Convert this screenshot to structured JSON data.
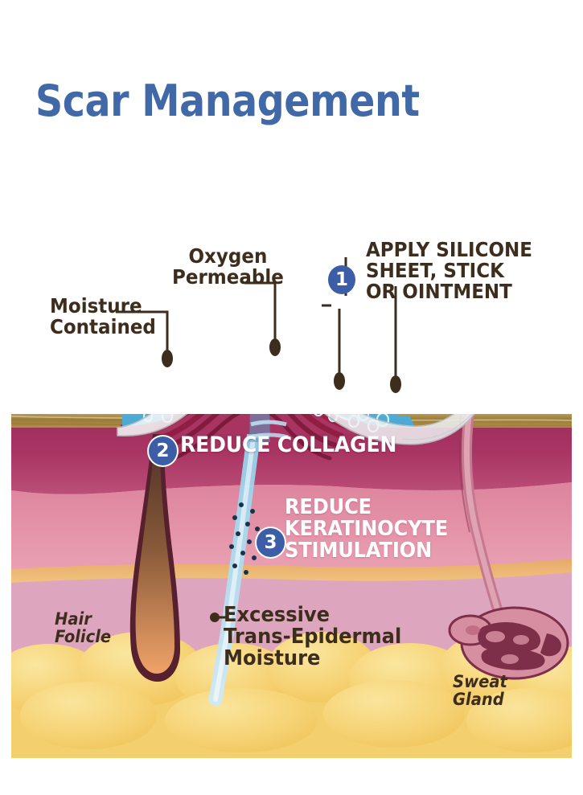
{
  "page": {
    "title": "Scar Management",
    "title_color": "#4169a8",
    "background": "#ffffff"
  },
  "diagram": {
    "type": "medical-cross-section",
    "subject": "skin-scar-silicone-treatment",
    "annotations": {
      "moisture_contained": "Moisture\nContained",
      "oxygen_permeable": "Oxygen\nPermeable",
      "apply_silicone": "APPLY SILICONE\nSHEET, STICK\nOR OINTMENT",
      "reduce_collagen": "REDUCE COLLAGEN",
      "reduce_keratinocyte": "REDUCE\nKERATINOCYTE\nSTIMULATION",
      "excessive_moisture": "Excessive\nTrans-Epidermal\nMoisture",
      "hair_follicle": "Hair\nFolicle",
      "sweat_gland": "Sweat\nGland"
    },
    "steps": [
      {
        "number": "1",
        "label": "APPLY SILICONE SHEET, STICK OR OINTMENT"
      },
      {
        "number": "2",
        "label": "REDUCE COLLAGEN"
      },
      {
        "number": "3",
        "label": "REDUCE KERATINOCYTE STIMULATION"
      }
    ],
    "colors": {
      "badge_blue": "#3c5ea6",
      "label_brown": "#3d2d1d",
      "label_white": "#ffffff",
      "epidermis_tan": "#a8833f",
      "dermis_magenta": "#a83462",
      "dermis_pink": "#e089a0",
      "fat_yellow": "#f5d26a",
      "scar_red": "#d4143c",
      "moisture_blue": "#5bb7dd",
      "silicone_grey": "#f2f3f4",
      "hair_dark": "#5c2030",
      "sweat_gland_pink": "#d9889b"
    },
    "layers": [
      {
        "name": "silicone-sheet",
        "description": "translucent sheet peeling up at right"
      },
      {
        "name": "moisture-layer",
        "description": "blue hydration band with bubbles over scar"
      },
      {
        "name": "scar-tissue",
        "description": "red wavy collagen bands in raised mound"
      },
      {
        "name": "epidermis",
        "description": "thin tan surface strip"
      },
      {
        "name": "dermis-upper",
        "description": "dark magenta band"
      },
      {
        "name": "dermis-lower",
        "description": "light pink band"
      },
      {
        "name": "subcutaneous-fat",
        "description": "yellow lobules"
      }
    ]
  }
}
